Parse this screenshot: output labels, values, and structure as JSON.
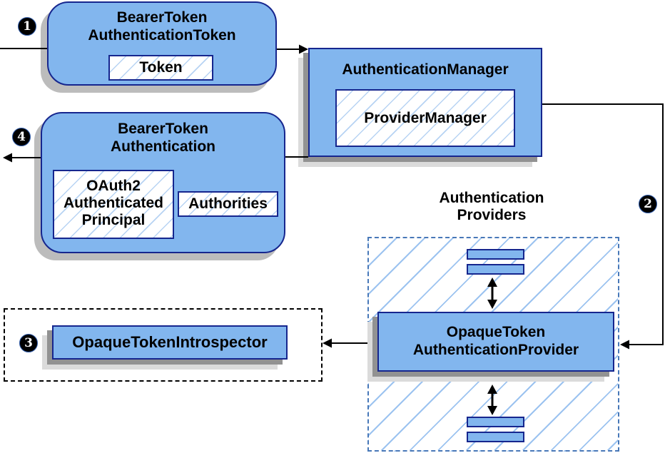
{
  "colors": {
    "canvas_bg": "#ffffff",
    "box_fill": "#82b6ee",
    "box_border": "#16268e",
    "hatch_small": "#b7d3f3",
    "hatch_big": "#9cc3f0",
    "dashed_blue": "#4878b8",
    "shadow_dark": "#929292",
    "shadow_light": "#dbdbdb",
    "shadow_rounded": "#bcbcbc",
    "text": "#000000",
    "badge_bg": "#000000",
    "badge_text": "#ffffff"
  },
  "badges": {
    "step1": "1",
    "step2": "2",
    "step3": "3",
    "step4": "4"
  },
  "nodes": {
    "bearer_token_authentication_token": {
      "line1": "BearerToken",
      "line2": "AuthenticationToken"
    },
    "token": {
      "label": "Token"
    },
    "authentication_manager": {
      "label": "AuthenticationManager"
    },
    "provider_manager": {
      "label": "ProviderManager"
    },
    "bearer_token_authentication": {
      "line1": "BearerToken",
      "line2": "Authentication"
    },
    "oauth2_authenticated_principal": {
      "line1": "OAuth2",
      "line2": "Authenticated",
      "line3": "Principal"
    },
    "authorities": {
      "label": "Authorities"
    },
    "authentication_providers": {
      "line1": "Authentication",
      "line2": "Providers"
    },
    "opaque_token_authentication_provider": {
      "line1": "OpaqueToken",
      "line2": "AuthenticationProvider"
    },
    "opaque_token_introspector": {
      "label": "OpaqueTokenIntrospector"
    }
  }
}
